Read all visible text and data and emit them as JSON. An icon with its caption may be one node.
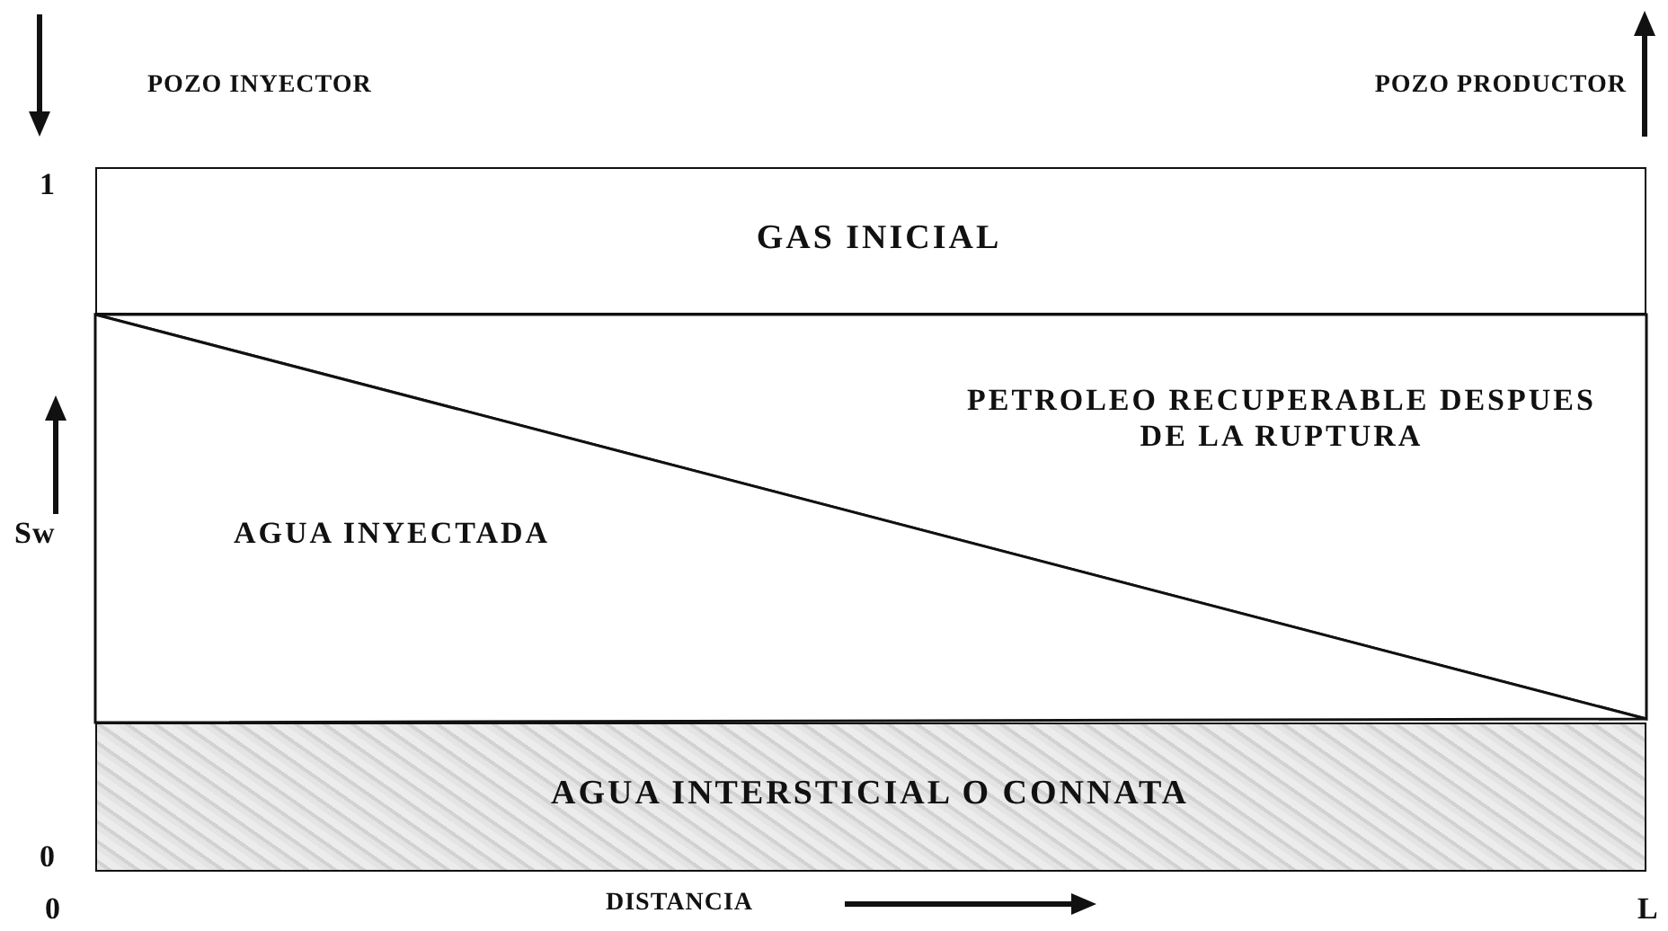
{
  "diagram": {
    "nodes": [
      {
        "text": [
          "GAS INICIAL"
        ]
      },
      {
        "text": [
          "PETROLEO RECUPERABLE DESPUES DE LA RUPTURA"
        ]
      },
      {
        "text": [
          "AGUA INYECTADA"
        ]
      },
      {
        "text": [
          "AGUA INTERSTICIAL O CONNATA"
        ]
      }
    ],
    "labels": [
      "POZO INYECTOR",
      "POZO PRODUCTOR",
      "1",
      "Sw",
      "0",
      "0",
      "DISTANCIA",
      "L"
    ]
  }
}
